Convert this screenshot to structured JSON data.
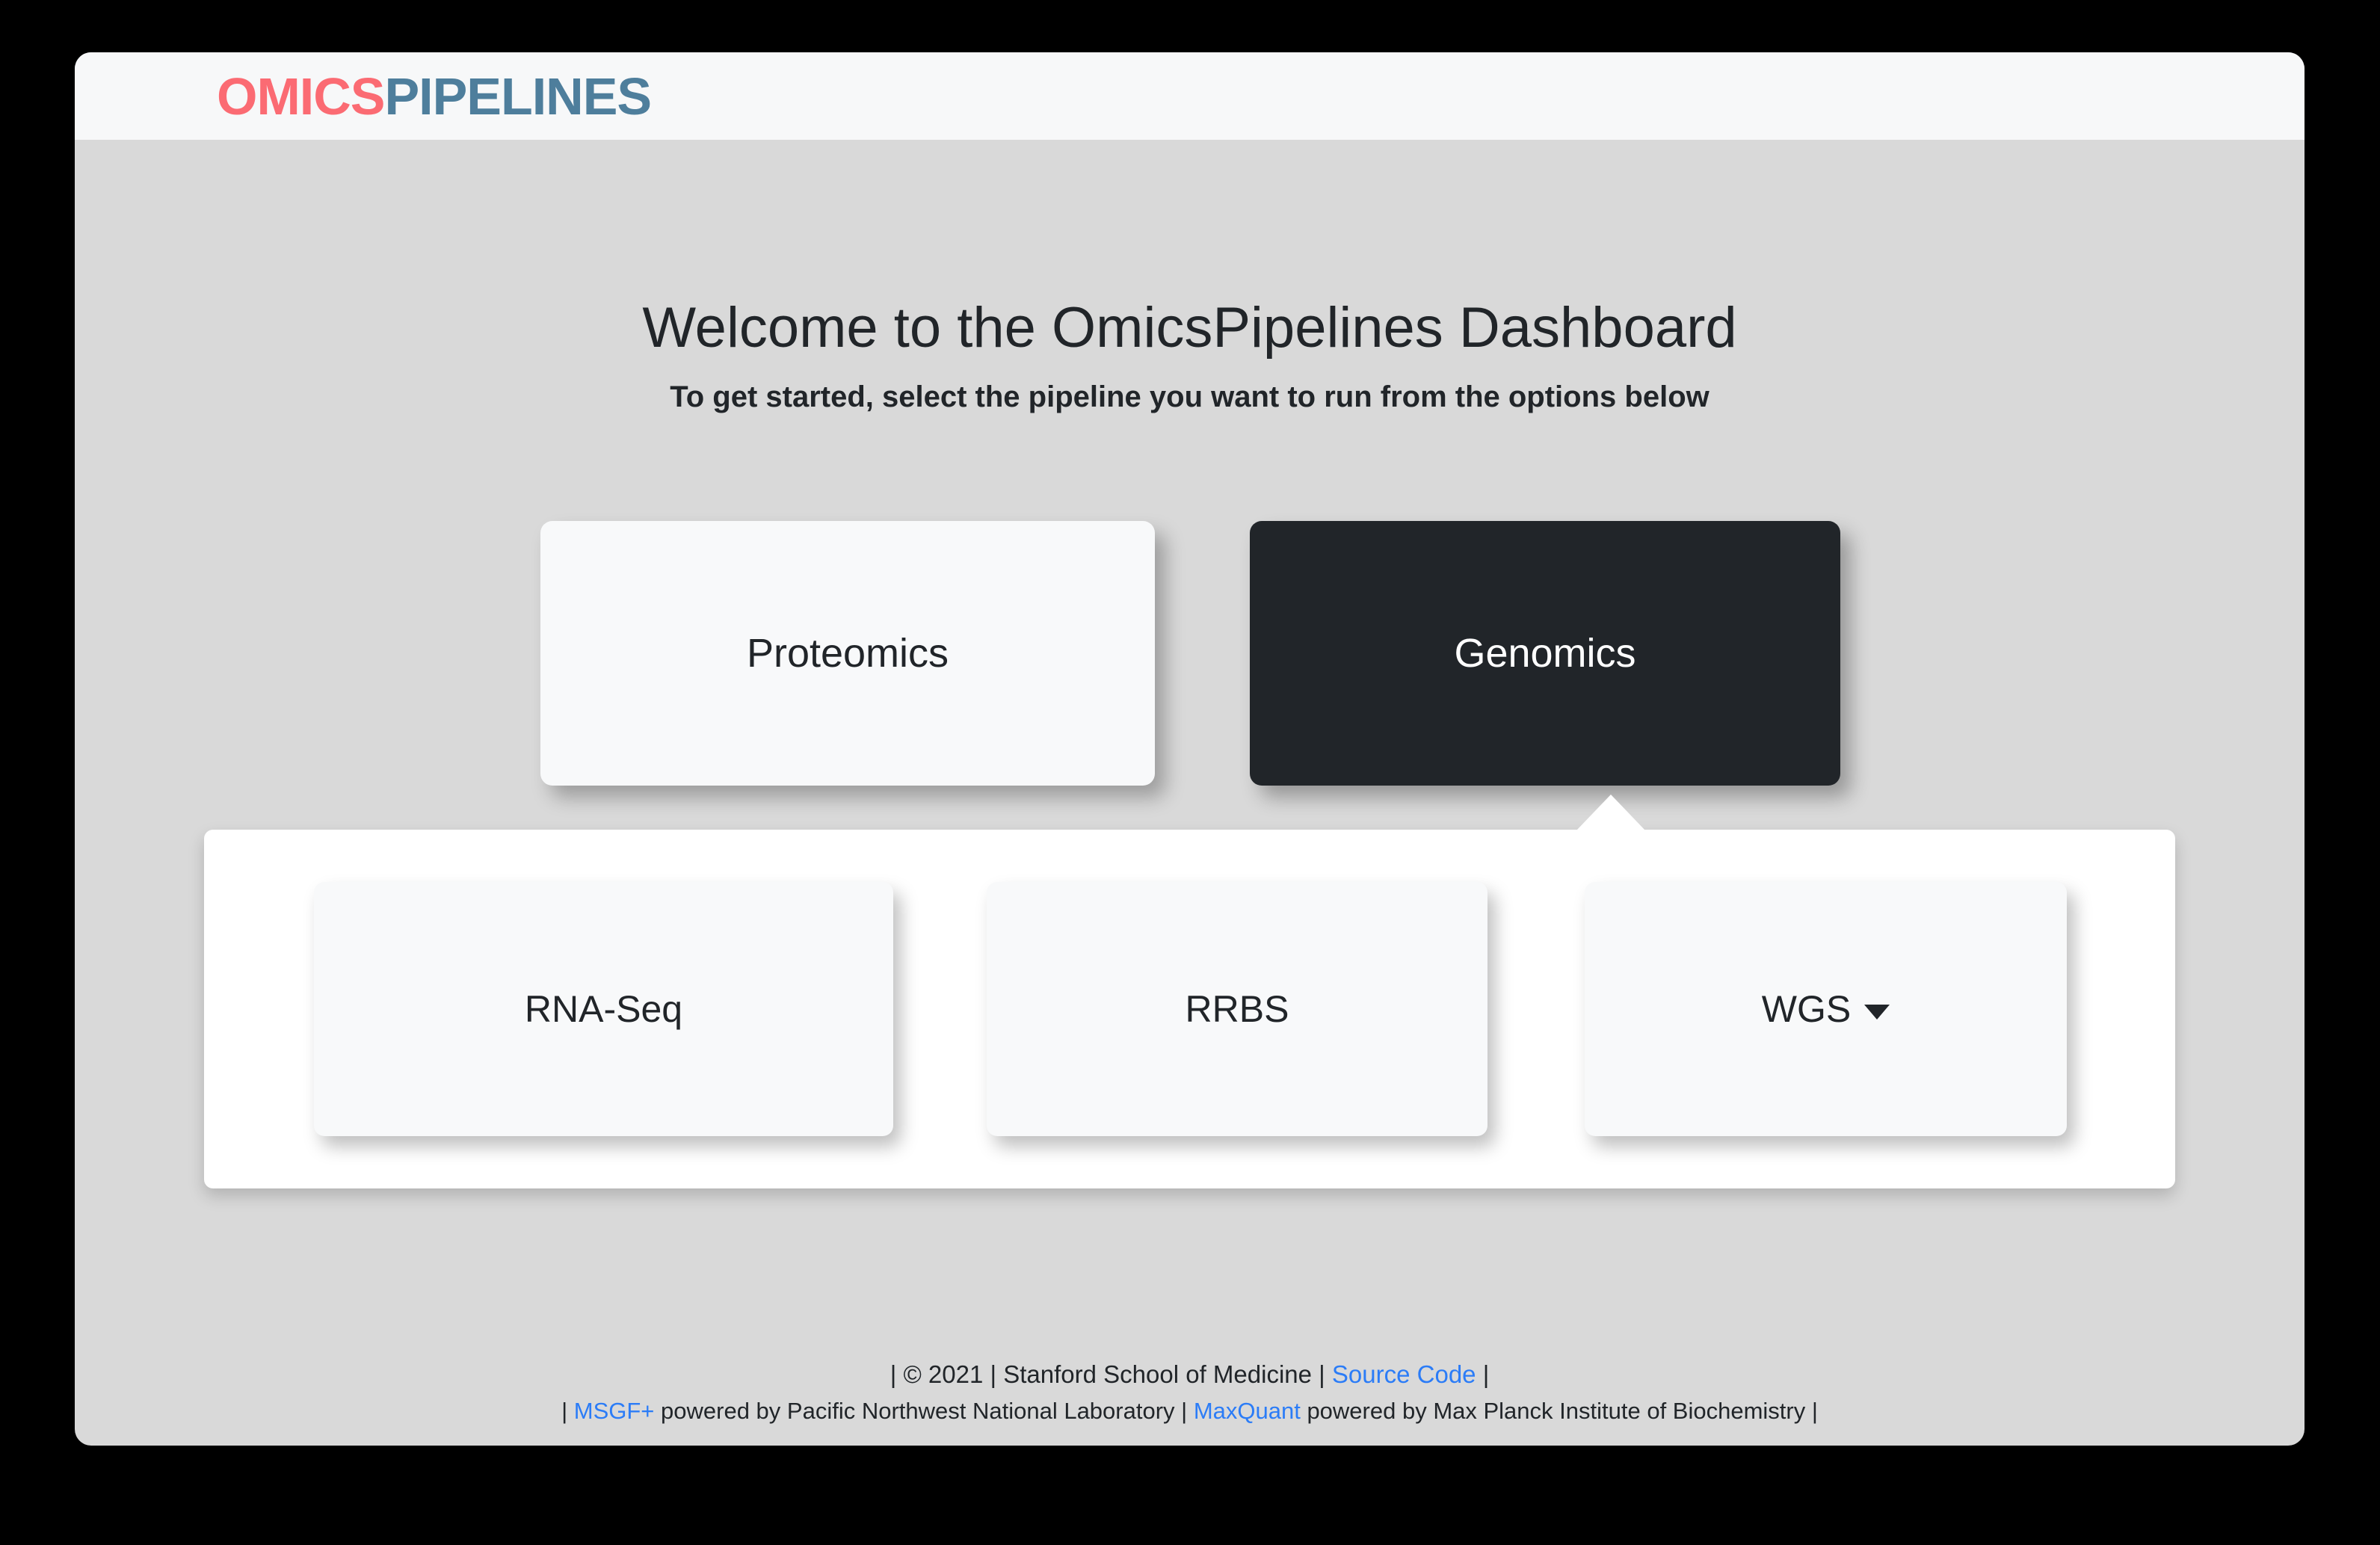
{
  "header": {
    "brand_primary": "OMICS",
    "brand_secondary": "PIPELINES",
    "brand_primary_color": "#fb6b73",
    "brand_secondary_color": "#4e7e9c",
    "background_color": "#f7f8f9"
  },
  "main": {
    "title": "Welcome to the OmicsPipelines Dashboard",
    "subtitle": "To get started, select the pipeline you want to run from the options below",
    "background_color": "#d9d9d9",
    "pipelines": [
      {
        "label": "Proteomics",
        "selected": false,
        "background_color": "#f8f9fa",
        "text_color": "#212529"
      },
      {
        "label": "Genomics",
        "selected": true,
        "background_color": "#212529",
        "text_color": "#ffffff"
      }
    ],
    "subpipelines": {
      "parent": "Genomics",
      "panel_background": "#ffffff",
      "items": [
        {
          "label": "RNA-Seq",
          "has_dropdown": false
        },
        {
          "label": "RRBS",
          "has_dropdown": false
        },
        {
          "label": "WGS",
          "has_dropdown": true
        }
      ]
    }
  },
  "footer": {
    "line1": {
      "prefix": "| © 2021 | Stanford School of Medicine | ",
      "link": "Source Code",
      "suffix": " |"
    },
    "line2": {
      "prefix": "| ",
      "link1": "MSGF+",
      "mid": " powered by Pacific Northwest National Laboratory | ",
      "link2": "MaxQuant",
      "suffix": " powered by Max Planck Institute of Biochemistry |"
    },
    "link_color": "#2b7cf7"
  }
}
